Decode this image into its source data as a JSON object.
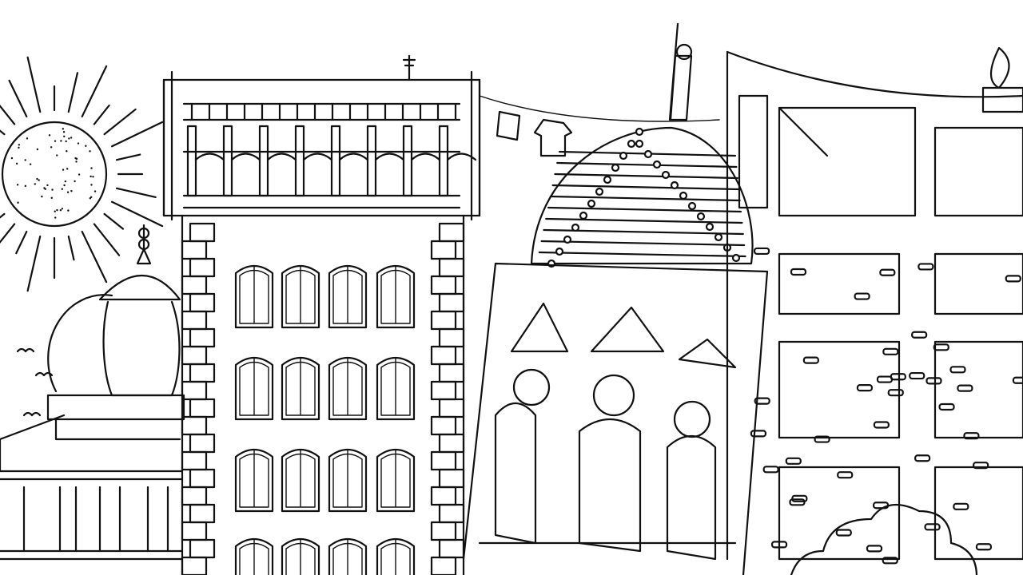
{
  "artwork": {
    "style": "line-art coloring page",
    "line_color": "#111111",
    "background_color": "#ffffff",
    "scene": [
      "sun",
      "small-domed-pavilion",
      "tall-apartment-building",
      "clothesline",
      "tilted-cathedral-dome",
      "modern-apartment-building",
      "satellite-dish",
      "tree"
    ]
  }
}
